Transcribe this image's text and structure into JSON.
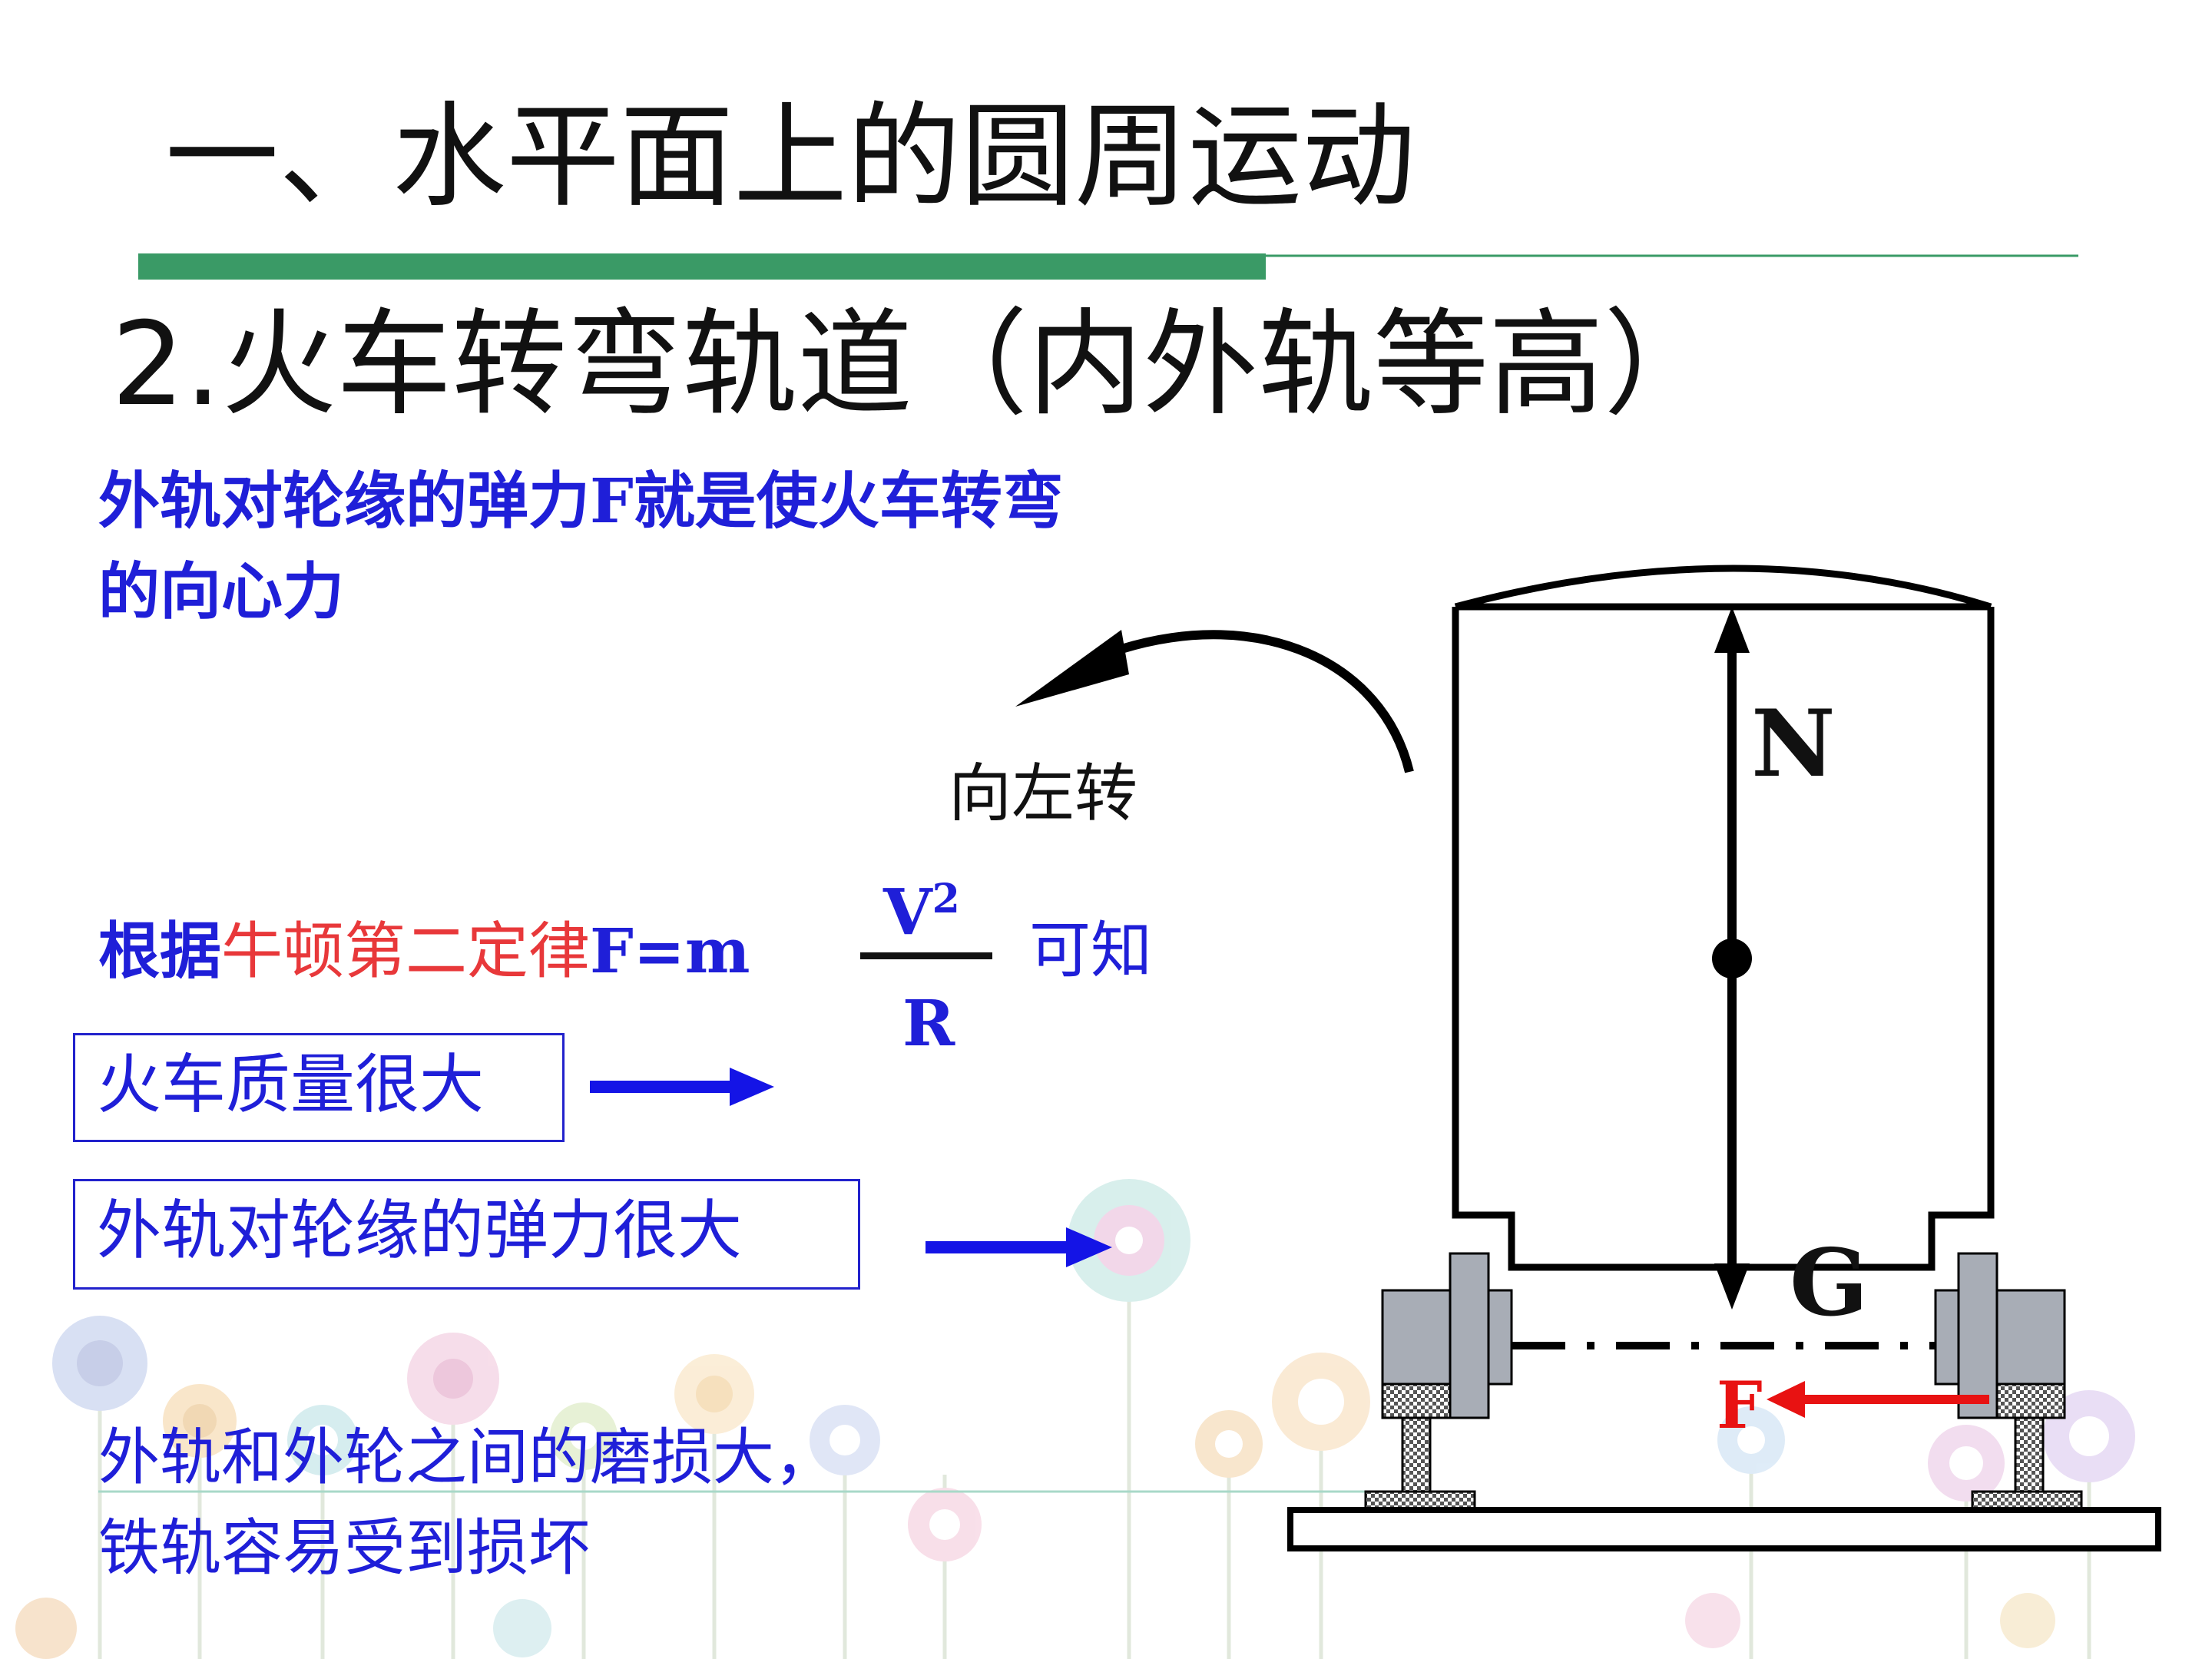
{
  "slide": {
    "title": "一、水平面上的圆周运动",
    "subtitle": "2.火车转弯轨道（内外轨等高）",
    "paragraph1_line1": "外轨对轮缘的弹力F就是使火车转弯",
    "paragraph1_line2": "的向心力",
    "paragraph2_prefix": "根据",
    "paragraph2_law": "牛顿第二定律",
    "paragraph2_formula": "F=m",
    "formula_numerator": "V",
    "formula_numerator_exp": "2",
    "formula_denominator": "R",
    "paragraph2_suffix": "可知",
    "box1_text": "火车质量很大",
    "box2_text": "外轨对轮缘的弹力很大",
    "paragraph3_line1": "外轨和外轮之间的磨损大，",
    "paragraph3_line2": "铁轨容易受到损坏"
  },
  "diagram": {
    "turn_label": "向左转",
    "force_normal": "N",
    "force_gravity": "G",
    "force_rail": "F"
  },
  "colors": {
    "title_bar": "#3a9a66",
    "text_blue": "#1f1fd8",
    "text_red": "#e8383a",
    "arrow_blue": "#1414e6",
    "force_red": "#e81212",
    "wheel_gray": "#a8adb6"
  }
}
